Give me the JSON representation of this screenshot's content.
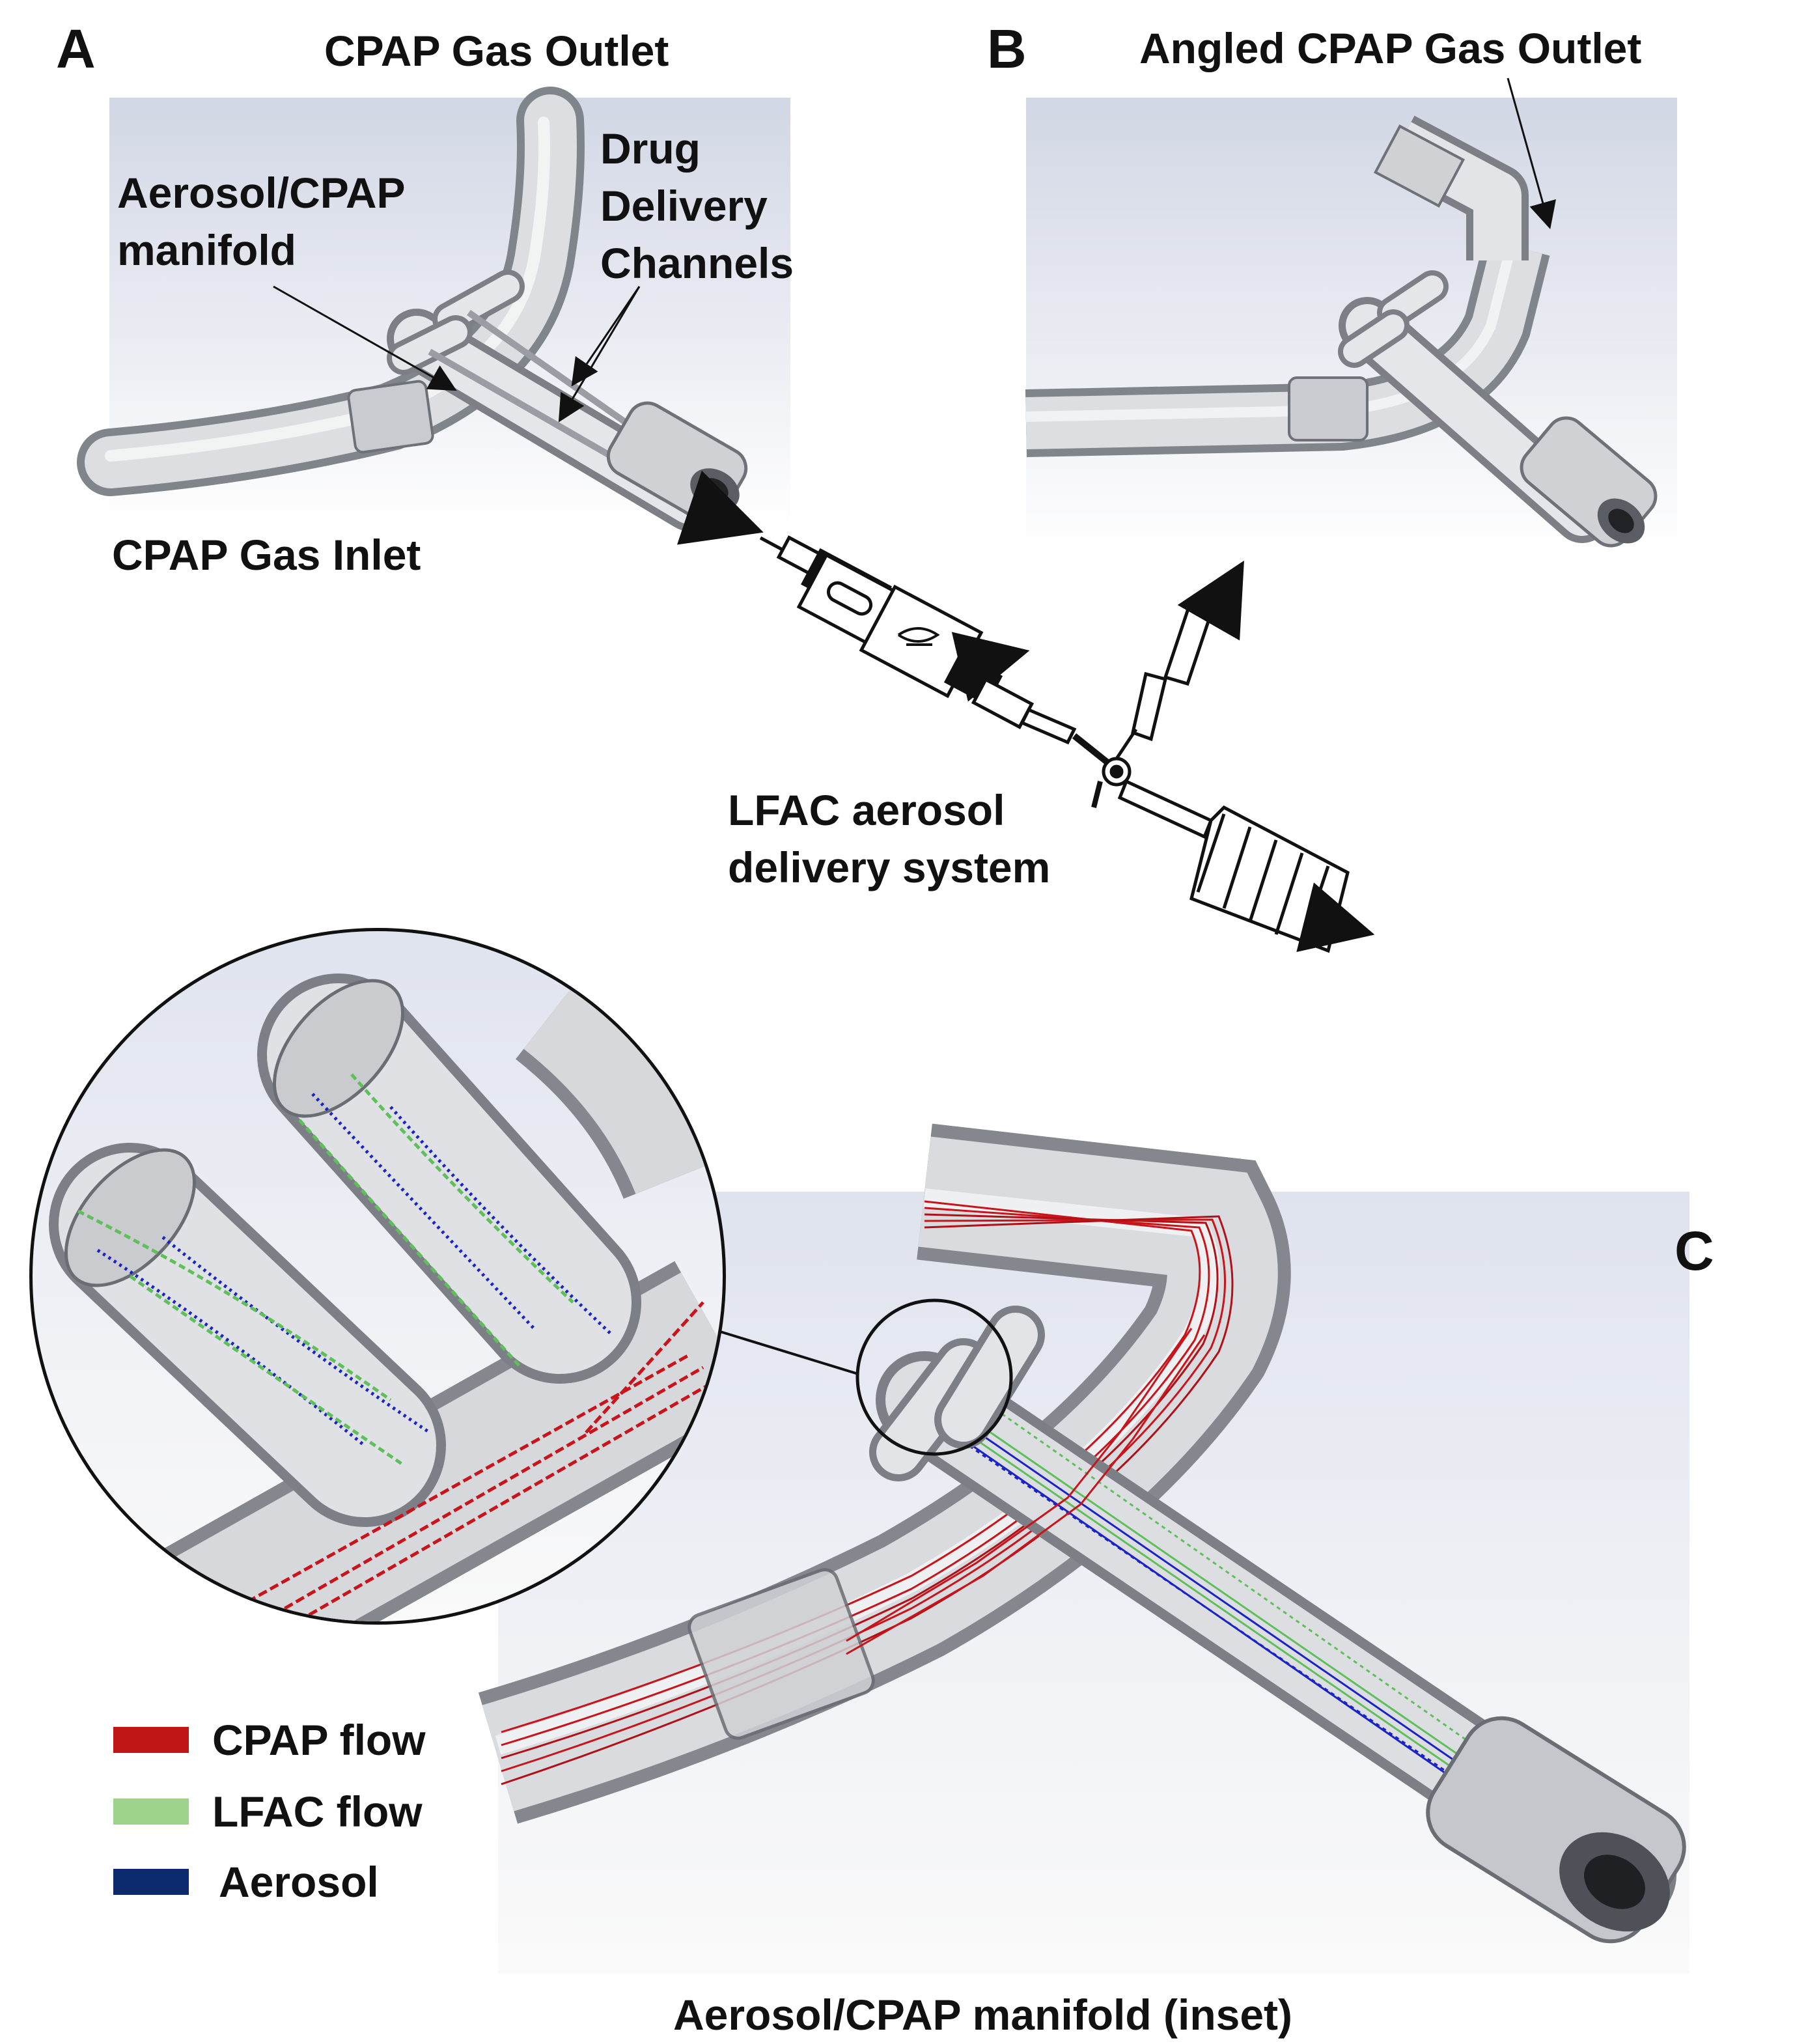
{
  "panels": {
    "a": {
      "letter": "A",
      "gas_outlet_label": "CPAP Gas Outlet",
      "manifold_label_line1": "Aerosol/CPAP",
      "manifold_label_line2": "manifold",
      "channels_label_line1": "Drug",
      "channels_label_line2": "Delivery",
      "channels_label_line3": "Channels",
      "gas_inlet_label": "CPAP Gas Inlet",
      "system_label_line1": "LFAC aerosol",
      "system_label_line2": "delivery system"
    },
    "b": {
      "letter": "B",
      "angled_outlet_label": "Angled CPAP Gas Outlet"
    },
    "c": {
      "letter": "C",
      "caption": "Aerosol/CPAP manifold (inset)"
    }
  },
  "legend": {
    "items": [
      {
        "label": "CPAP flow",
        "color": "#c01616"
      },
      {
        "label": "LFAC flow",
        "color": "#9fd38b"
      },
      {
        "label": "Aerosol",
        "color": "#0d2a6e"
      }
    ]
  },
  "colors": {
    "cpap_streamline": "#c8141a",
    "lfac_streamline": "#5fbf5a",
    "aerosol_streamline": "#1a23c8",
    "tube_gray": "#a7abb1",
    "background_gradient_top": "#d3d8e6"
  }
}
